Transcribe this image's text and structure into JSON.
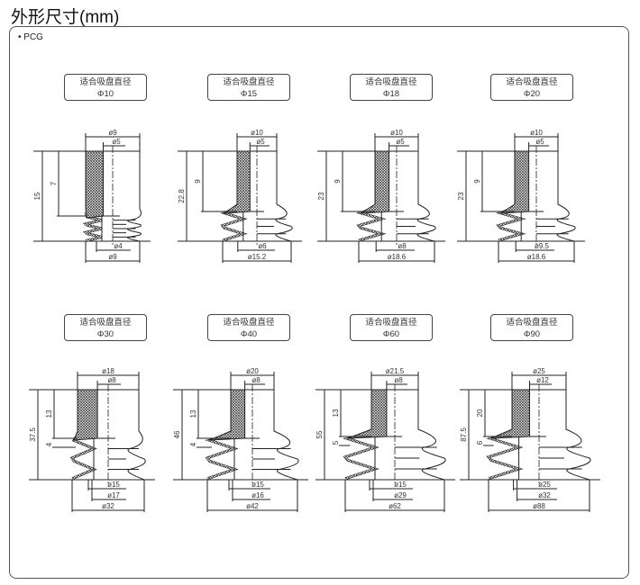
{
  "title": "外形尺寸(mm)",
  "series_label": "• PCG",
  "items": [
    {
      "caption": "适合吸盘直径",
      "size": "Φ10",
      "top_d": "ø9",
      "bore_top": "ø5",
      "height": "15",
      "neck": "7",
      "neck2": "",
      "bottom": [
        "ø4",
        "ø9"
      ],
      "folds": 3
    },
    {
      "caption": "适合吸盘直径",
      "size": "Φ15",
      "top_d": "ø10",
      "bore_top": "ø5",
      "height": "22.8",
      "neck": "9",
      "neck2": "",
      "bottom": [
        "ø6",
        "ø15.2"
      ],
      "folds": 2
    },
    {
      "caption": "适合吸盘直径",
      "size": "Φ18",
      "top_d": "ø10",
      "bore_top": "ø5",
      "height": "23",
      "neck": "9",
      "neck2": "",
      "bottom": [
        "ø8",
        "ø18.6"
      ],
      "folds": 2
    },
    {
      "caption": "适合吸盘直径",
      "size": "Φ20",
      "top_d": "ø10",
      "bore_top": "ø5",
      "height": "23",
      "neck": "9",
      "neck2": "",
      "bottom": [
        "ø9.5",
        "ø18.6"
      ],
      "folds": 2
    },
    {
      "caption": "适合吸盘直径",
      "size": "Φ30",
      "top_d": "ø18",
      "bore_top": "ø8",
      "height": "37.5",
      "neck": "13",
      "neck2": "4",
      "bottom": [
        "ø15",
        "ø17",
        "ø32"
      ],
      "folds": 2
    },
    {
      "caption": "适合吸盘直径",
      "size": "Φ40",
      "top_d": "ø20",
      "bore_top": "ø8",
      "height": "46",
      "neck": "13",
      "neck2": "4",
      "bottom": [
        "ø15",
        "ø16",
        "ø42"
      ],
      "folds": 2
    },
    {
      "caption": "适合吸盘直径",
      "size": "Φ60",
      "top_d": "ø21.5",
      "bore_top": "ø8",
      "height": "55",
      "neck": "13",
      "neck2": "5",
      "bottom": [
        "ø15",
        "ø29",
        "ø62"
      ],
      "folds": 2
    },
    {
      "caption": "适合吸盘直径",
      "size": "Φ90",
      "top_d": "ø25",
      "bore_top": "ø12",
      "height": "87.5",
      "neck": "20",
      "neck2": "6",
      "bottom": [
        "ø25",
        "ø32",
        "ø88"
      ],
      "folds": 2
    }
  ]
}
